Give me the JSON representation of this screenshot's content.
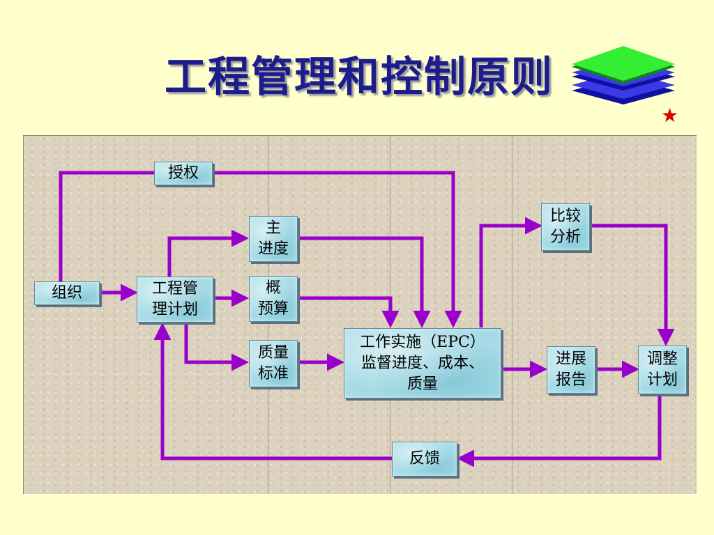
{
  "title": "工程管理和控制原则",
  "colors": {
    "background": "#ffffcc",
    "title": "#1c1c8c",
    "arrow": "#9900cc",
    "box": "#a6dbe6",
    "star": "#e00000"
  },
  "logo": {
    "icon": "stacked-layers-icon",
    "star_icon": "star-icon",
    "star_glyph": "★"
  },
  "nodes": {
    "authorize": "授权",
    "organize": "组织",
    "plan": "工程管\n理计划",
    "schedule": "主\n进度",
    "budget": "概\n预算",
    "quality_std": "质量\n标准",
    "epc": "工作实施（EPC）\n监督进度、成本、\n质量",
    "analysis": "比较\n分析",
    "report": "进展\n报告",
    "adjust": "调整\n计划",
    "feedback": "反馈"
  }
}
